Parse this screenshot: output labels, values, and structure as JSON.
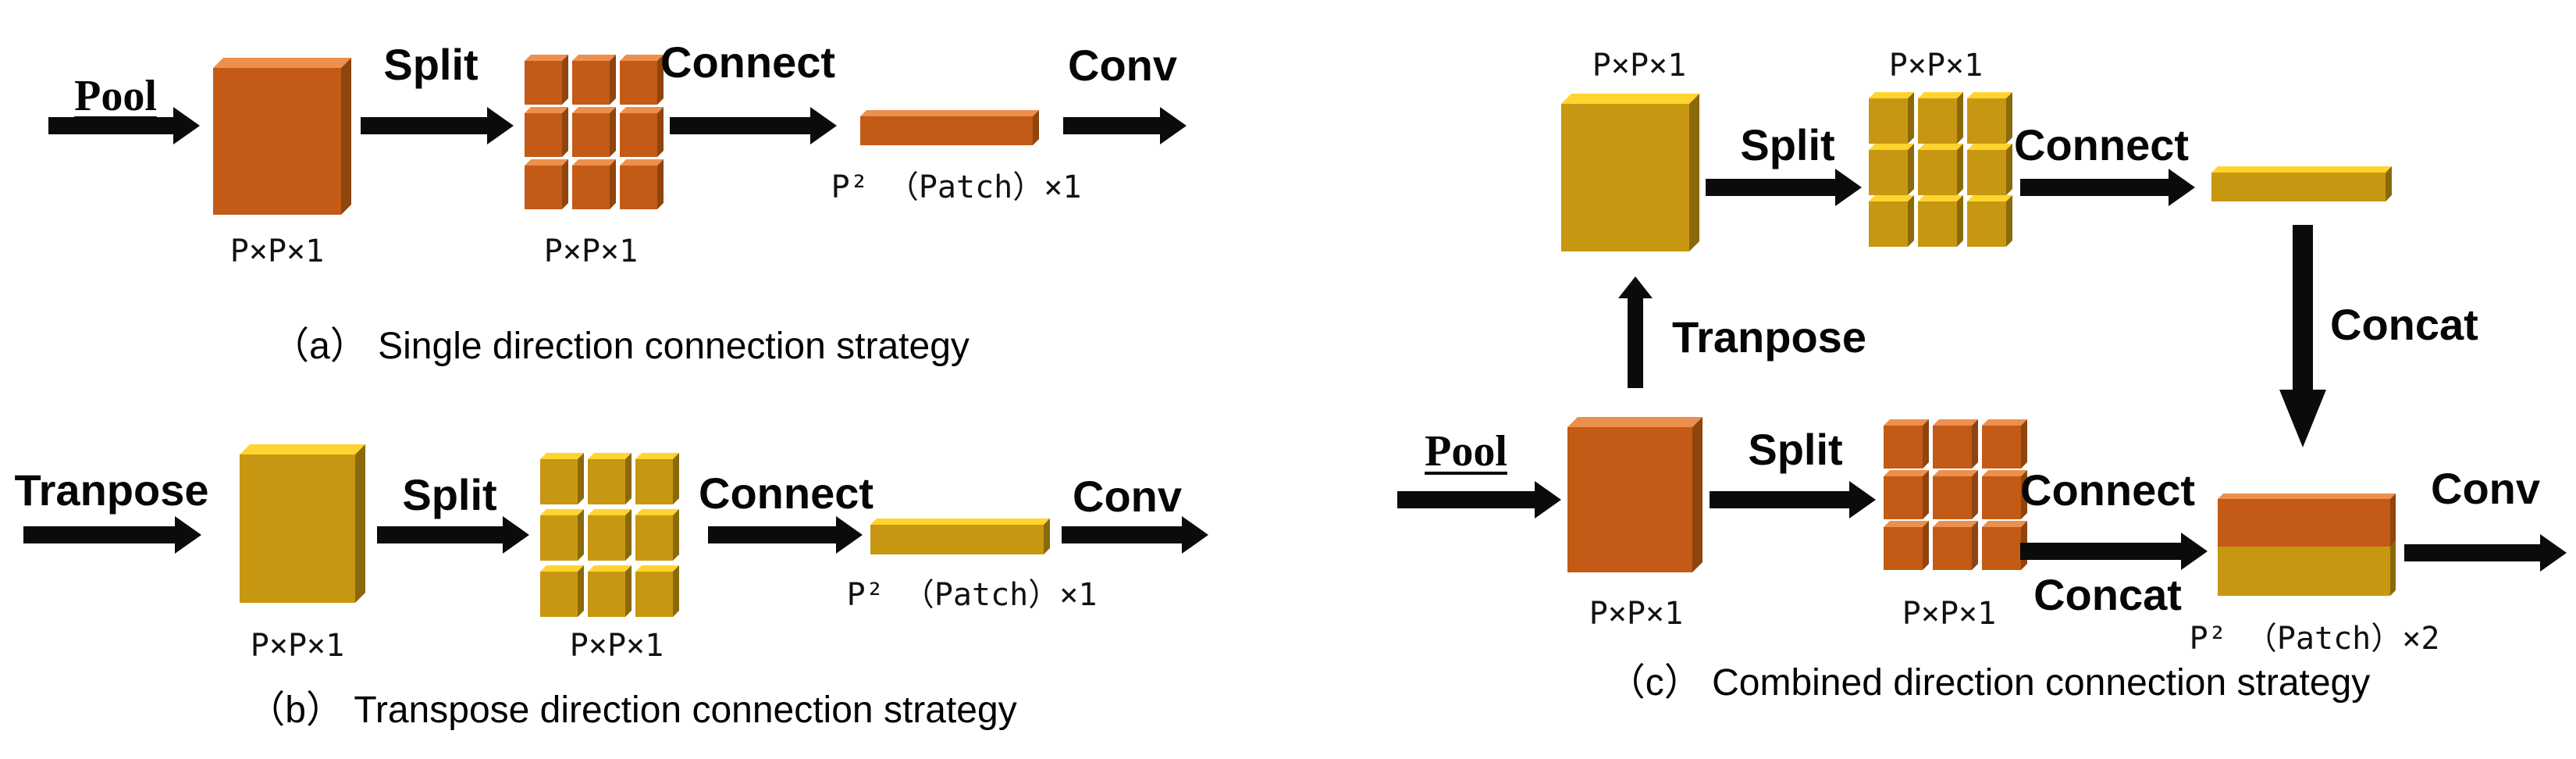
{
  "colors": {
    "orange_front": "#C35A15",
    "orange_top": "#ED8F4D",
    "orange_side": "#8E450E",
    "yellow_front": "#C89712",
    "yellow_top": "#FFD42E",
    "yellow_side": "#8A690B",
    "arrow_black": "#0B0B0B",
    "background": "#FFFFFF"
  },
  "a": {
    "pool": "Pool",
    "split": "Split",
    "connect": "Connect",
    "conv": "Conv",
    "cube_dim": "P×P×1",
    "grid_dim": "P×P×1",
    "bar_dim": "P² （Patch）×1",
    "caption": "（a） Single direction connection strategy"
  },
  "b": {
    "transpose": "Tranpose",
    "split": "Split",
    "connect": "Connect",
    "conv": "Conv",
    "cube_dim": "P×P×1",
    "grid_dim": "P×P×1",
    "bar_dim": "P² （Patch）×1",
    "caption": "（b） Transpose direction connection strategy"
  },
  "c": {
    "pool": "Pool",
    "transpose": "Tranpose",
    "cube_top_dim": "P×P×1",
    "grid_top_dim": "P×P×1",
    "split_top": "Split",
    "connect_top": "Connect",
    "concat_top": "Concat",
    "split_bottom": "Split",
    "connect_bottom": "Connect",
    "concat_bottom": "Concat",
    "cube_bottom_dim": "P×P×1",
    "grid_bottom_dim": "P×P×1",
    "bar_dim": "P² （Patch）×2",
    "conv": "Conv",
    "caption": "（c） Combined direction connection strategy"
  }
}
